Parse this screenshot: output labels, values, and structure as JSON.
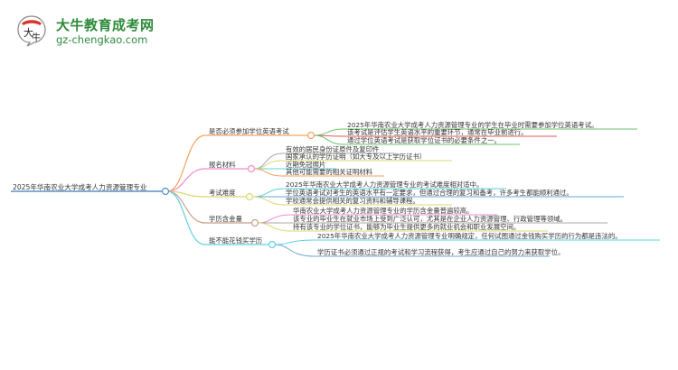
{
  "logo": {
    "title": "大牛教育成考网",
    "url": "gz-chengkao.com",
    "mark_text": "大牛",
    "brand_color": "#2e8b3a"
  },
  "mindmap": {
    "root": {
      "label": "2025年华南农业大学成考人力资源管理专业",
      "color": "#5b8fc7"
    },
    "branches": [
      {
        "label": "是否必须参加学位英语考试",
        "color": "#f5a35a",
        "children": [
          {
            "text": "2025年华南农业大学成考人力资源管理专业的学生在毕业时需要参加学位英语考试。",
            "color": "#6cc36c"
          },
          {
            "text": "该考试是评估学生英语水平的重要环节，通常在毕业前进行。",
            "color": "#e05a5a"
          },
          {
            "text": "通过学位英语考试是获取学位证书的必要条件之一。",
            "color": "#6cc36c"
          }
        ]
      },
      {
        "label": "报名材料",
        "color": "#f08ccf",
        "children": [
          {
            "text": "有效的居民身份证原件及复印件",
            "color": "#a8a8a8"
          },
          {
            "text": "国家承认的学历证明（如大专及以上学历证书）",
            "color": "#d8d870"
          },
          {
            "text": "近期免冠照片",
            "color": "#5ed0e0"
          },
          {
            "text": "其他可能需要的相关证明材料",
            "color": "#f5a35a"
          }
        ]
      },
      {
        "label": "考试难度",
        "color": "#d8d870",
        "children": [
          {
            "text": "2025年华南农业大学成考人力资源管理专业的考试难度相对适中。",
            "color": "#5ed0e0"
          },
          {
            "text": "学位英语考试对考生的英语水平有一定要求，但通过合理的复习和备考，许多考生都能顺利通过。",
            "color": "#6aa6d8"
          },
          {
            "text": "学校通常会提供相关的复习资料和辅导课程。",
            "color": "#d8d870"
          }
        ]
      },
      {
        "label": "学历含金量",
        "color": "#c4a08a",
        "children": [
          {
            "text": "华南农业大学成考人力资源管理专业的学历含金量普遍较高。",
            "color": "#f08ccf"
          },
          {
            "text": "该专业的毕业生在就业市场上受到广泛认可，尤其是在企业人力资源管理、行政管理等领域。",
            "color": "#a8a8a8"
          },
          {
            "text": "持有该专业的学位证书，能够为毕业生提供更多的就业机会和职业发展空间。",
            "color": "#d8d870"
          }
        ]
      },
      {
        "label": "能不能花钱买学历",
        "color": "#5ed0e0",
        "children": [
          {
            "text": "2025年华南农业大学成考人力资源管理专业明确规定，任何试图通过金钱购买学历的行为都是违法的。",
            "color": "#5ed0e0"
          },
          {
            "text": "学历证书必须通过正规的考试和学习流程获得，考生应通过自己的努力来获取学位。",
            "color": "#6aa6d8"
          }
        ]
      }
    ]
  }
}
